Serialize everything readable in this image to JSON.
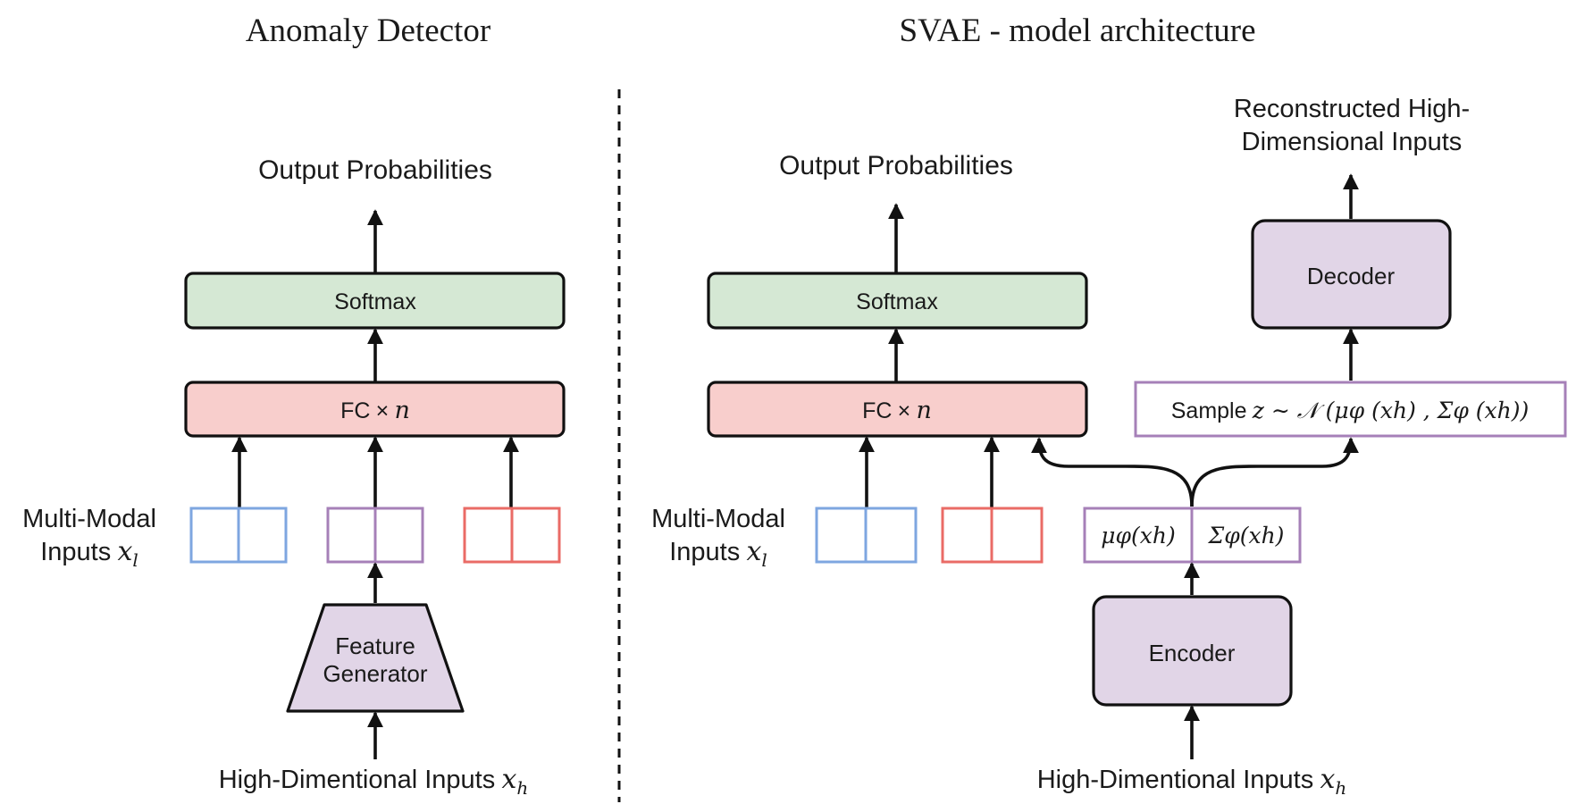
{
  "left": {
    "title": "Anomaly Detector",
    "output_label": "Output Probabilities",
    "softmax_label": "Softmax",
    "fc_label": "FC",
    "fc_times": "×",
    "fc_n": "n",
    "mm_line1": "Multi-Modal",
    "mm_line2": "Inputs",
    "mm_var": "x",
    "mm_sub": "l",
    "feature_line1": "Feature",
    "feature_line2": "Generator",
    "bottom_label": "High-Dimentional Inputs",
    "bottom_var": "x",
    "bottom_sub": "h"
  },
  "right": {
    "title": "SVAE - model architecture",
    "output_label": "Output Probabilities",
    "softmax_label": "Softmax",
    "fc_label": "FC",
    "fc_times": "×",
    "fc_n": "n",
    "recon_line1": "Reconstructed High-",
    "recon_line2": "Dimensional Inputs",
    "decoder_label": "Decoder",
    "sample_text": "Sample",
    "sample_formula": "z ∼ 𝒩 (μφ (xh) , Σφ (xh))",
    "mu_label": "μφ(xh)",
    "sigma_label": "Σφ(xh)",
    "mm_line1": "Multi-Modal",
    "mm_line2": "Inputs",
    "mm_var": "x",
    "mm_sub": "l",
    "encoder_label": "Encoder",
    "bottom_label": "High-Dimentional Inputs",
    "bottom_var": "x",
    "bottom_sub": "h"
  },
  "colors": {
    "softmax_fill": "#d5e8d4",
    "fc_fill": "#f8cecc",
    "purple_fill": "#e1d5e7",
    "blue": "#7ea6e0",
    "purple": "#a680b8",
    "red": "#ea6b66"
  }
}
